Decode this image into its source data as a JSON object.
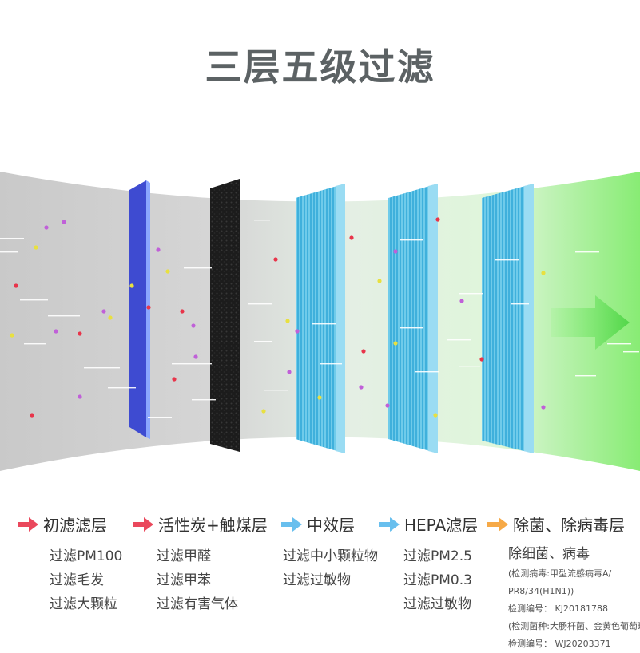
{
  "title": "三层五级过滤",
  "colors": {
    "red_arrow": "#e8344a",
    "blue_arrow": "#58b8ec",
    "orange_arrow": "#f5a033",
    "green_glow": "#7be26a",
    "filter_blue": "#3e4bd1",
    "filter_carbon": "#2a2a2a",
    "filter_cyan": "#5cc2e6"
  },
  "legend": [
    {
      "label": "初滤滤层",
      "icon": "red-arrow-icon"
    },
    {
      "label": "活性炭+触煤层",
      "icon": "red-arrow-icon"
    },
    {
      "label": "中效层",
      "icon": "blue-arrow-icon"
    },
    {
      "label": "HEPA滤层",
      "icon": "blue-arrow-icon"
    },
    {
      "label": "除菌、除病毒层",
      "icon": "orange-arrow-icon"
    }
  ],
  "descriptions": {
    "col1": [
      "过滤PM100",
      "过滤毛发",
      "过滤大颗粒"
    ],
    "col2": [
      "过滤甲醛",
      "过滤甲苯",
      "过滤有害气体"
    ],
    "col3": [
      "过滤中小颗粒物",
      "过滤过敏物"
    ],
    "col4": [
      "过滤PM2.5",
      "过滤PM0.3",
      "过滤过敏物"
    ],
    "col5": {
      "main": "除细菌、病毒",
      "note1": "(检测病毒:甲型流感病毒A/",
      "note1b": "PR8/34(H1N1))",
      "code1": "检测编号： KJ20181788",
      "note2": "(检测菌种:大肠杆菌、金黄色葡萄球",
      "code2": "检测编号： WJ20203371"
    }
  }
}
